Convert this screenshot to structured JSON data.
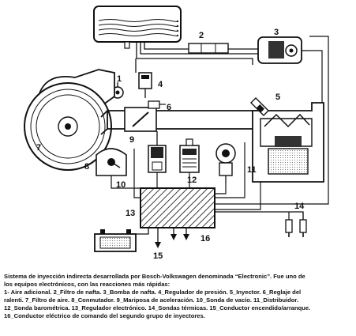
{
  "diagram": {
    "callouts": [
      "1",
      "2",
      "3",
      "4",
      "5",
      "6",
      "7",
      "8",
      "9",
      "10",
      "11",
      "12",
      "13",
      "14",
      "15",
      "16"
    ]
  },
  "caption": {
    "intro_line1": "Sistema de inyección indirecta desarrollada por Bosch-Volkswagen denominada “Electronic”. Fue uno de",
    "intro_line2": "los equipos electrónicos, con las reacciones más rápidas:",
    "legend_line1": "1- Aire adicional. 2_Filtro de nafta. 3_Bomba de nafta. 4_Regulador de presión. 5_Inyector. 6_Reglaje del",
    "legend_line2": "ralenti. 7_Filtro de aire. 8_Conmutador. 9_Mariposa de aceleración. 10_Sonda de vacío. 11_Distribuidor.",
    "legend_line3": "12_Sonda barométrica. 13_Regulador electrónico. 14_Sondas térmicas. 15_Conductor encendido/arranque.",
    "legend_line4": "16_Conductor eléctrico de comando del segundo grupo de inyectores."
  }
}
